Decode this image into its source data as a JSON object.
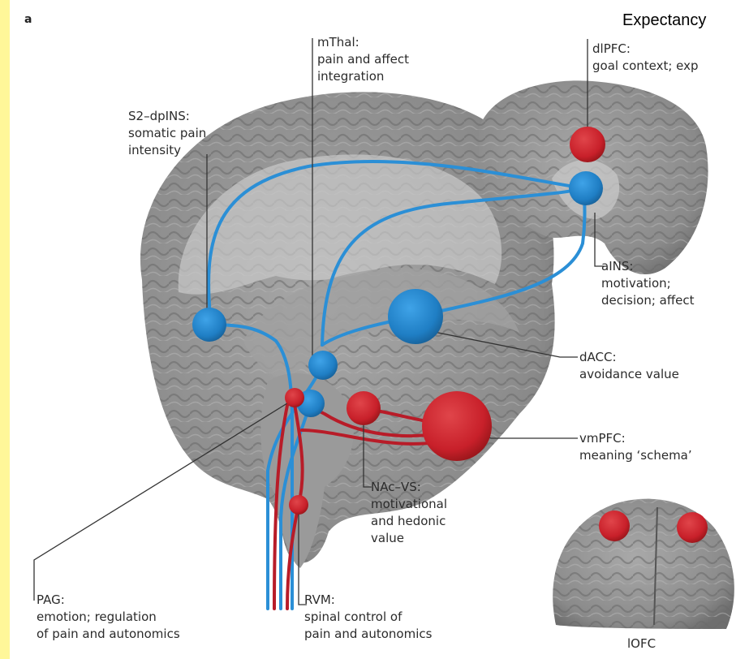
{
  "panel_letter": "a",
  "header_label": "Expectancy",
  "labels": {
    "mthal": {
      "name": "mThal:",
      "lines": [
        "pain and affect",
        "integration"
      ]
    },
    "dlpfc": {
      "name": "dlPFC:",
      "lines": [
        "goal context; exp"
      ]
    },
    "s2": {
      "name": "S2–dpINS:",
      "lines": [
        "somatic pain",
        "intensity"
      ]
    },
    "ains": {
      "name": "aINS:",
      "lines": [
        "motivation;",
        "decision; affect"
      ]
    },
    "dacc": {
      "name": "dACC:",
      "lines": [
        "avoidance value"
      ]
    },
    "vmpfc": {
      "name": "vmPFC:",
      "lines": [
        "meaning ‘schema’"
      ]
    },
    "nac": {
      "name": "NAc–VS:",
      "lines": [
        "motivational",
        "and hedonic",
        "value"
      ]
    },
    "pag": {
      "name": "PAG:",
      "lines": [
        "emotion; regulation",
        "of pain and autonomics"
      ]
    },
    "rvm": {
      "name": "RVM:",
      "lines": [
        "spinal control of",
        "pain and autonomics"
      ]
    }
  },
  "bottom_label": "lOFC",
  "colors": {
    "blue_region": "#1f7ec4",
    "red_region": "#c8202a",
    "blue_path": "#2b8fd6",
    "red_path": "#b81c28",
    "brain_gray": "#8c8c8c",
    "leader_line": "#333333",
    "margin_strip": "#fff799"
  }
}
